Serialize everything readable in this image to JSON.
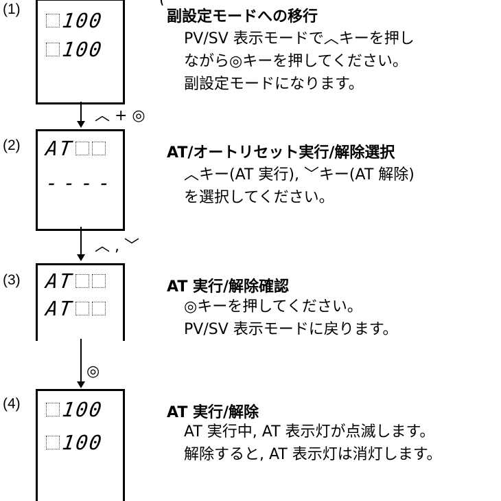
{
  "top_fragment": "(",
  "steps": [
    {
      "num": "(1)",
      "display": [
        "100",
        "100"
      ],
      "title": "副設定モードへの移行",
      "lines": [
        "PV/SV 表示モードで︿キーを押し",
        "ながら◎キーを押してください。",
        "副設定モードになります。"
      ]
    },
    {
      "num": "(2)",
      "display": [
        "AT",
        "----"
      ],
      "title": "AT/オートリセット実行/解除選択",
      "lines": [
        "︿キー(AT 実行),  ﹀キー(AT 解除)",
        "を選択してください。"
      ]
    },
    {
      "num": "(3)",
      "display": [
        "AT",
        "AT"
      ],
      "title": "AT 実行/解除確認",
      "lines": [
        "◎キーを押してください。",
        "PV/SV 表示モードに戻ります。"
      ]
    },
    {
      "num": "(4)",
      "display": [
        "100",
        "100"
      ],
      "title": "AT 実行/解除",
      "lines": [
        "AT 実行中, AT 表示灯が点滅します。",
        "解除すると, AT 表示灯は消灯します。"
      ]
    }
  ],
  "transitions": [
    {
      "keys": "︿ + ◎"
    },
    {
      "keys": "︿ ,  ﹀"
    },
    {
      "keys": "◎"
    }
  ]
}
